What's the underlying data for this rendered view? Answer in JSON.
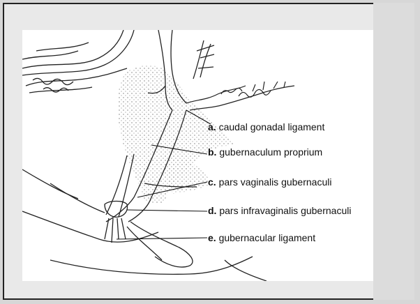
{
  "labels": [
    {
      "letter": "a.",
      "text": "caudal gonadal ligament"
    },
    {
      "letter": "b.",
      "text": "gubernaculum proprium"
    },
    {
      "letter": "c.",
      "text": "pars vaginalis gubernaculi"
    },
    {
      "letter": "d.",
      "text": "pars infravaginalis gubernaculi"
    },
    {
      "letter": "e.",
      "text": "gubernacular ligament"
    }
  ]
}
